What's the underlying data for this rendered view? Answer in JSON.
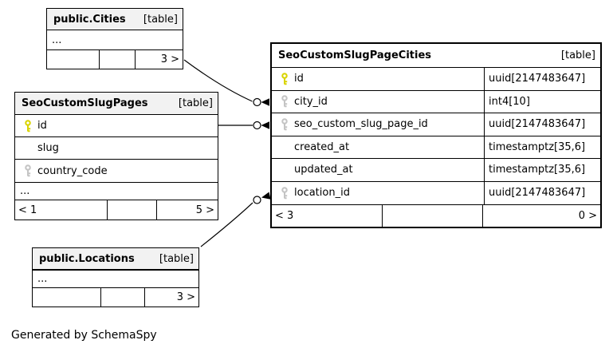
{
  "diagram": {
    "caption": "Generated by SchemaSpy",
    "colors": {
      "header_bg": "#f2f2f2",
      "main_header_bg": "#ffffff",
      "pk_key": "#d9d400",
      "fk_key": "#c4c4c4",
      "line": "#000000"
    }
  },
  "tables": [
    {
      "id": "cities",
      "title": "public.Cities",
      "tag": "[table]",
      "ellipsis": "...",
      "columns": [],
      "footer": [
        "",
        "",
        "3 >"
      ],
      "emphasized": false
    },
    {
      "id": "slugpages",
      "title": "SeoCustomSlugPages",
      "tag": "[table]",
      "ellipsis": "...",
      "columns": [
        {
          "name": "id",
          "type": "",
          "key": "pk"
        },
        {
          "name": "slug",
          "type": "",
          "key": ""
        },
        {
          "name": "country_code",
          "type": "",
          "key": "fk"
        }
      ],
      "footer": [
        "< 1",
        "",
        "5 >"
      ],
      "emphasized": false
    },
    {
      "id": "pagecities",
      "title": "SeoCustomSlugPageCities",
      "tag": "[table]",
      "show_types": true,
      "columns": [
        {
          "name": "id",
          "type": "uuid[2147483647]",
          "key": "pk"
        },
        {
          "name": "city_id",
          "type": "int4[10]",
          "key": "fk"
        },
        {
          "name": "seo_custom_slug_page_id",
          "type": "uuid[2147483647]",
          "key": "fk"
        },
        {
          "name": "created_at",
          "type": "timestamptz[35,6]",
          "key": ""
        },
        {
          "name": "updated_at",
          "type": "timestamptz[35,6]",
          "key": ""
        },
        {
          "name": "location_id",
          "type": "uuid[2147483647]",
          "key": "fk"
        }
      ],
      "footer": [
        "< 3",
        "",
        "0 >"
      ],
      "emphasized": true
    },
    {
      "id": "locations",
      "title": "public.Locations",
      "tag": "[table]",
      "ellipsis": "...",
      "columns": [],
      "footer": [
        "",
        "",
        "3 >"
      ],
      "emphasized": false
    }
  ],
  "edges": [
    {
      "from": "public.Cities",
      "to": "SeoCustomSlugPageCities.city_id"
    },
    {
      "from": "SeoCustomSlugPages.id",
      "to": "SeoCustomSlugPageCities.seo_custom_slug_page_id"
    },
    {
      "from": "public.Locations",
      "to": "SeoCustomSlugPageCities.location_id"
    }
  ]
}
